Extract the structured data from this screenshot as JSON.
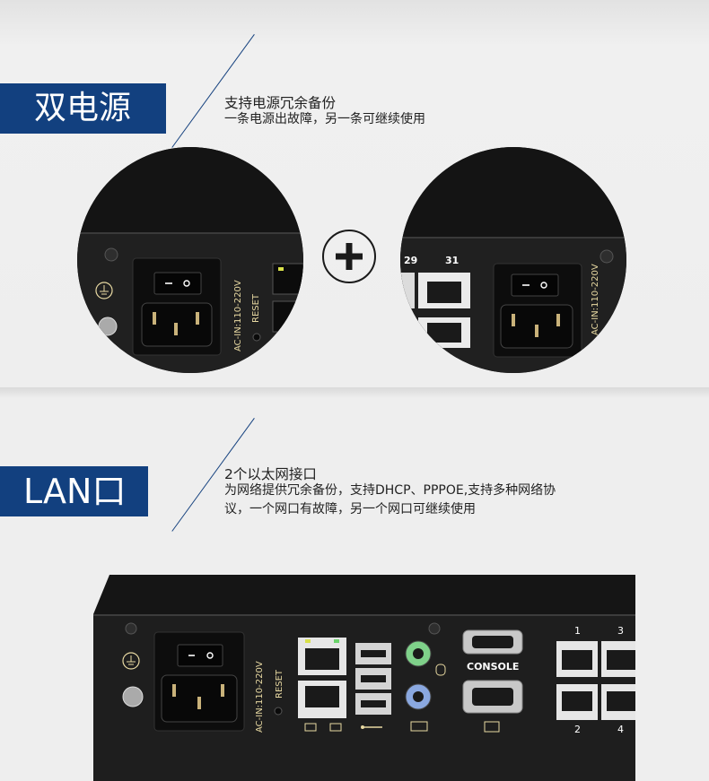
{
  "section1": {
    "banner": "双电源",
    "title": "支持电源冗余备份",
    "desc": "一条电源出故障，另一条可继续使用"
  },
  "section2": {
    "banner": "LAN口",
    "title": "2个以太网接口",
    "desc_line1": "为网络提供冗余备份，支持DHCP、PPPOE,支持多种网络协",
    "desc_line2": "议，一个网口有故障，另一个网口可继续使用"
  },
  "device_labels": {
    "power": "AC-IN:110-220V",
    "reset": "RESET",
    "console": "CONSOLE",
    "port_29": "29",
    "port_31": "31",
    "port_1": "1",
    "port_2": "2",
    "port_3": "3",
    "port_4": "4"
  },
  "colors": {
    "banner": "#12407f",
    "device": "#1b1b1b",
    "label": "#e8d9a2"
  },
  "icons": [
    "plus-icon",
    "ground-icon",
    "mouse-icon",
    "keyboard-icon",
    "monitor-icon",
    "usb-icon",
    "network-icon"
  ]
}
